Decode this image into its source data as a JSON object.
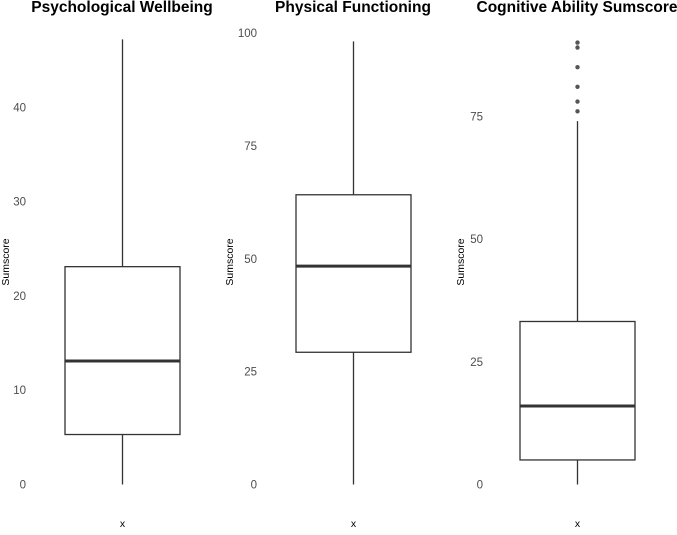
{
  "chart_data": [
    {
      "type": "box",
      "title": "Psychological Wellbeing",
      "ylabel": "Sumscore",
      "xlabel": "x",
      "ylim": [
        0,
        48
      ],
      "yticks": [
        0,
        10,
        20,
        30,
        40
      ],
      "grid": false,
      "box": {
        "min": 0,
        "q1": 5.3,
        "median": 13.1,
        "q3": 23.1,
        "max": 47.2
      },
      "outliers": []
    },
    {
      "type": "box",
      "title": "Physical Functioning",
      "ylabel": "Sumscore",
      "xlabel": "x",
      "ylim": [
        0,
        100
      ],
      "yticks": [
        0,
        25,
        50,
        75,
        100
      ],
      "grid": false,
      "box": {
        "min": 0,
        "q1": 29.3,
        "median": 48.4,
        "q3": 64.2,
        "max": 98.2
      },
      "outliers": []
    },
    {
      "type": "box",
      "title": "Cognitive Ability Sumscore",
      "ylabel": "Sumscore",
      "xlabel": "x",
      "ylim": [
        0,
        90
      ],
      "yticks": [
        0,
        25,
        50,
        75
      ],
      "grid": false,
      "box": {
        "min": 0,
        "q1": 5,
        "median": 16,
        "q3": 33.2,
        "max": 74
      },
      "outliers": [
        76,
        78,
        81,
        85,
        89,
        90
      ]
    }
  ],
  "colors": {
    "line": "#333333",
    "box_fill": "#ffffff",
    "outlier": "#555555",
    "tick": "#4d4d4d"
  }
}
